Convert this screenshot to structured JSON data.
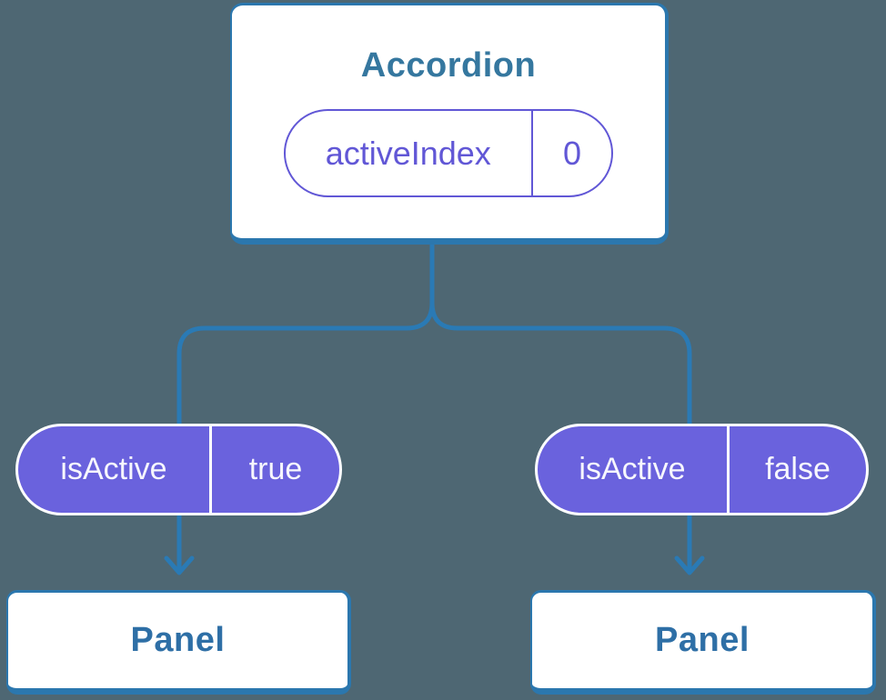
{
  "diagram": {
    "root": {
      "title": "Accordion",
      "state": {
        "name": "activeIndex",
        "value": "0"
      }
    },
    "children": [
      {
        "title": "Panel",
        "prop": {
          "name": "isActive",
          "value": "true"
        }
      },
      {
        "title": "Panel",
        "prop": {
          "name": "isActive",
          "value": "false"
        }
      }
    ]
  },
  "colors": {
    "background": "#4E6773",
    "connector-blue": "#2A7AB5",
    "card-border-blue": "#2B77AE",
    "card-bg": "#FFFFFF",
    "title-blue": "#35779F",
    "panel-text-blue": "#2E6FA6",
    "pill-purple": "#6A62DD",
    "pill-purple-dark": "#6157D6",
    "pill-text-white": "#F7F7FD"
  }
}
